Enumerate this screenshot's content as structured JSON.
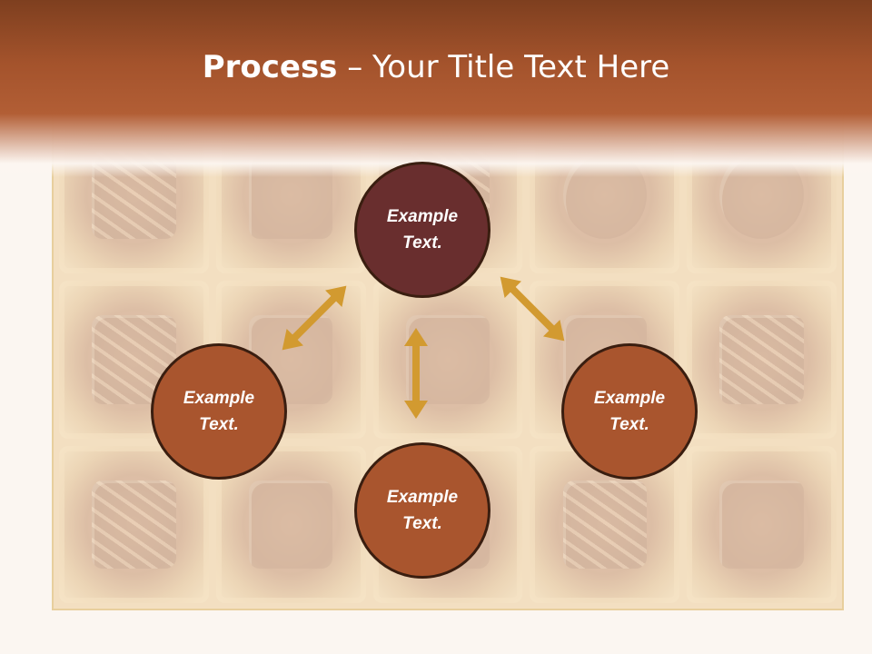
{
  "title": {
    "bold": "Process",
    "rest": " – Your Title Text Here"
  },
  "nodes": {
    "top": "Example Text.",
    "left": "Example Text.",
    "right": "Example Text.",
    "bottom": "Example Text."
  },
  "colors": {
    "header": "#a4532c",
    "node_primary": "#692e2e",
    "node_secondary": "#a9552e",
    "node_border": "#3a1e10",
    "arrow": "#d29a30",
    "text": "#ffffff"
  },
  "background_icon": "chocolate-box-photo"
}
